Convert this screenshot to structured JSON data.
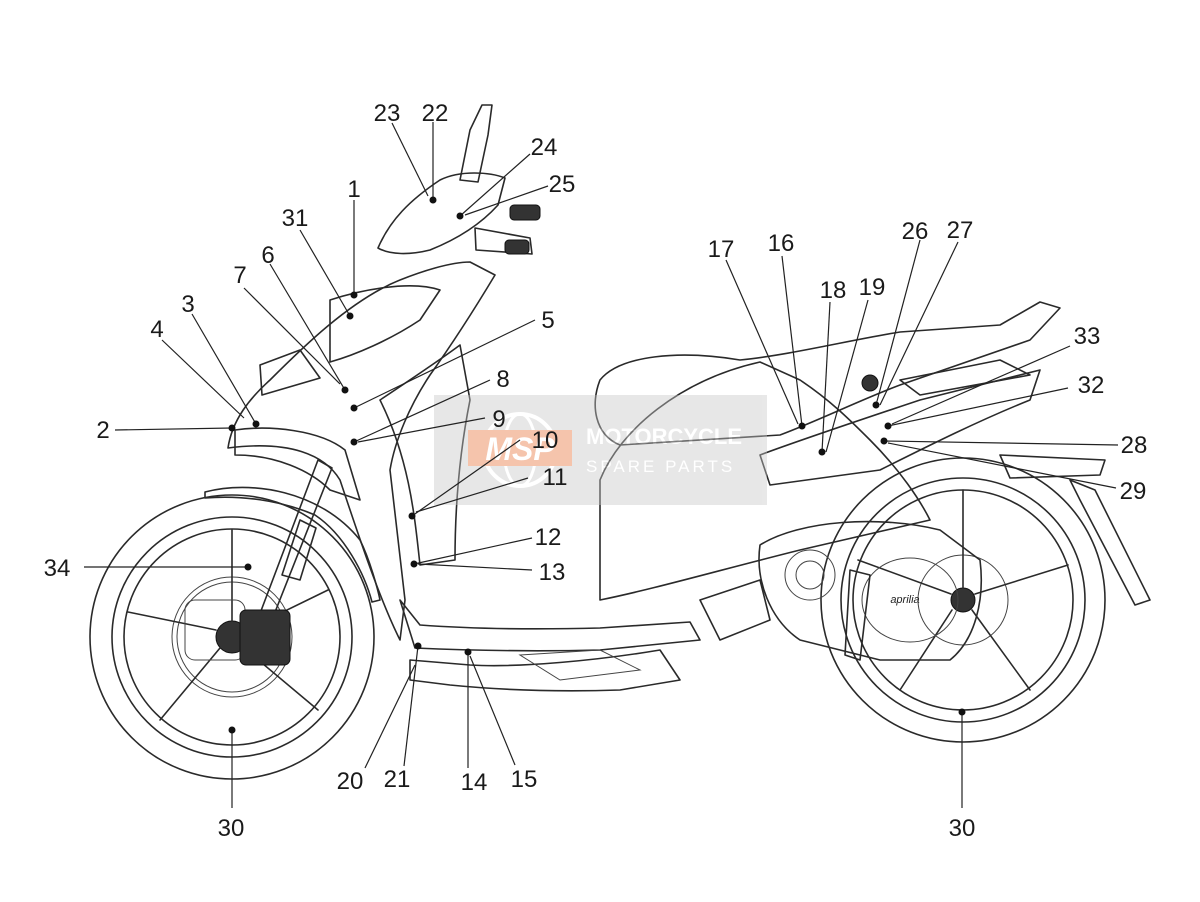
{
  "diagram": {
    "brand_mark": "aprilia",
    "callouts": [
      {
        "id": "c1",
        "label": "1"
      },
      {
        "id": "c2",
        "label": "2"
      },
      {
        "id": "c3",
        "label": "3"
      },
      {
        "id": "c4",
        "label": "4"
      },
      {
        "id": "c5",
        "label": "5"
      },
      {
        "id": "c6",
        "label": "6"
      },
      {
        "id": "c7",
        "label": "7"
      },
      {
        "id": "c8",
        "label": "8"
      },
      {
        "id": "c9",
        "label": "9"
      },
      {
        "id": "c10",
        "label": "10"
      },
      {
        "id": "c11",
        "label": "11"
      },
      {
        "id": "c12",
        "label": "12"
      },
      {
        "id": "c13",
        "label": "13"
      },
      {
        "id": "c14",
        "label": "14"
      },
      {
        "id": "c15",
        "label": "15"
      },
      {
        "id": "c16",
        "label": "16"
      },
      {
        "id": "c17",
        "label": "17"
      },
      {
        "id": "c18",
        "label": "18"
      },
      {
        "id": "c19",
        "label": "19"
      },
      {
        "id": "c20",
        "label": "20"
      },
      {
        "id": "c21",
        "label": "21"
      },
      {
        "id": "c22",
        "label": "22"
      },
      {
        "id": "c23",
        "label": "23"
      },
      {
        "id": "c24",
        "label": "24"
      },
      {
        "id": "c25",
        "label": "25"
      },
      {
        "id": "c26",
        "label": "26"
      },
      {
        "id": "c27",
        "label": "27"
      },
      {
        "id": "c28",
        "label": "28"
      },
      {
        "id": "c29",
        "label": "29"
      },
      {
        "id": "c30a",
        "label": "30"
      },
      {
        "id": "c30b",
        "label": "30"
      },
      {
        "id": "c31",
        "label": "31"
      },
      {
        "id": "c32",
        "label": "32"
      },
      {
        "id": "c33",
        "label": "33"
      },
      {
        "id": "c34",
        "label": "34"
      }
    ]
  },
  "watermark": {
    "logo_text": "MSP",
    "line1": "MOTORCYCLE",
    "line2": "SPARE PARTS",
    "accent_color": "#e8743b"
  }
}
